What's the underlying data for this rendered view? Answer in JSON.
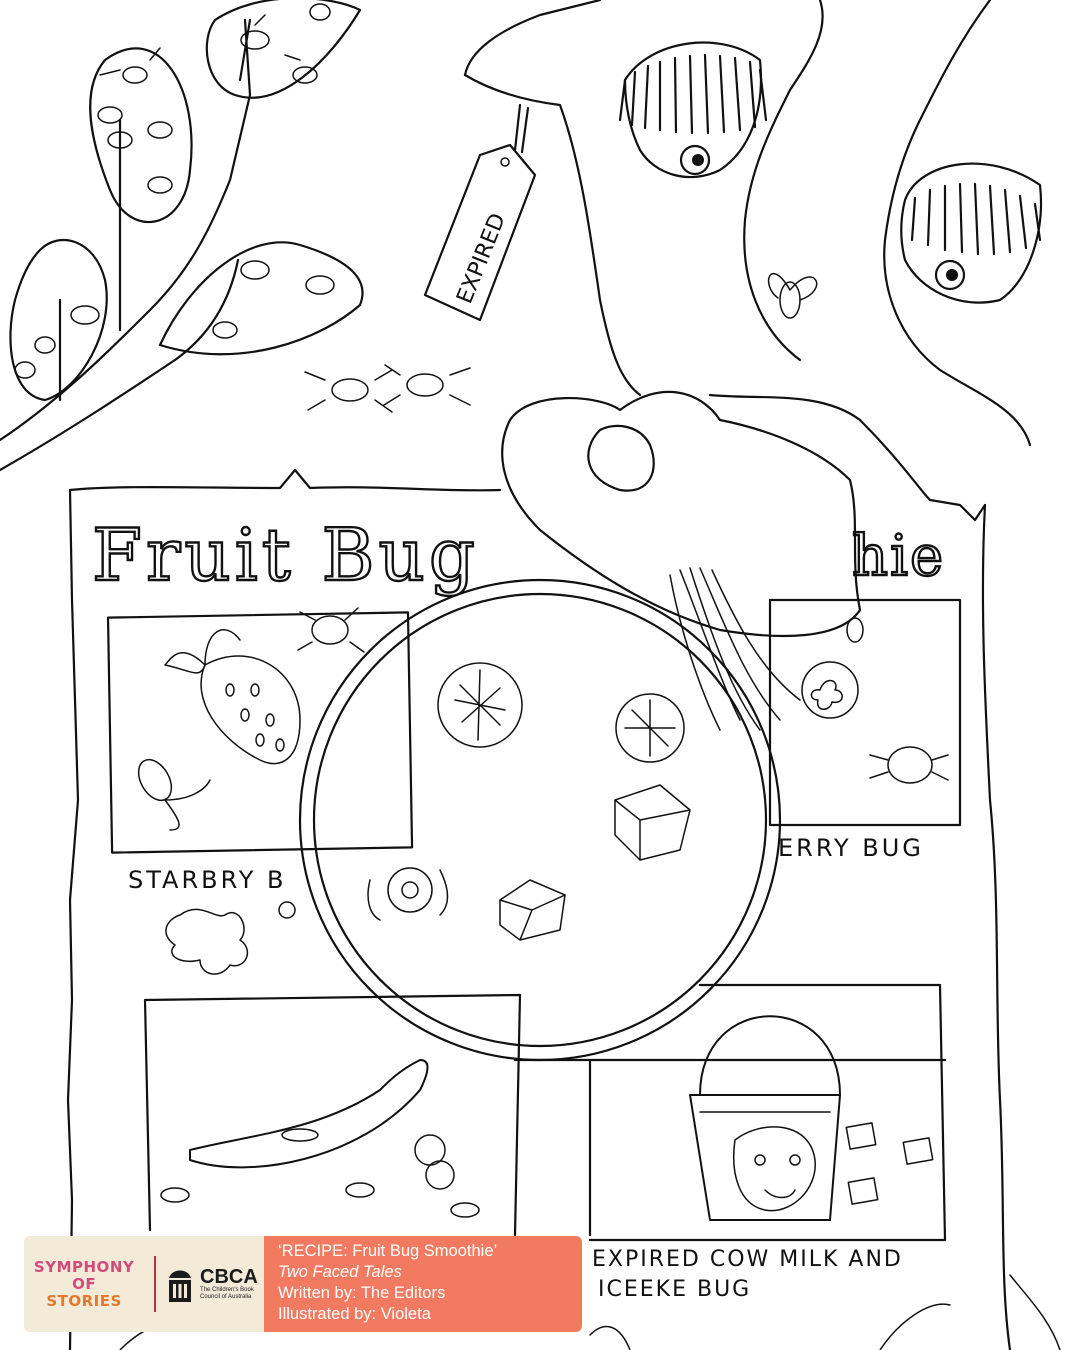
{
  "illustration": {
    "title_visible": "Fruit Bug",
    "title_tail": "hie",
    "tag_label": "EXPIRED",
    "panel_labels": {
      "strawberry": "STARBRY B",
      "berry": "ERRY BUG",
      "milk_line1": "EXPIRED COW MILK AND",
      "milk_line2": "ICEEKE BUG"
    }
  },
  "credits": {
    "symphony_line1": "SYMPHONY OF",
    "symphony_line2": "STORIES",
    "cbca_name": "CBCA",
    "cbca_sub": "The Children's Book Council of Australia",
    "recipe_title": "‘RECIPE: Fruit Bug Smoothie’",
    "book_title": "Two Faced Tales",
    "written_by": "Written by: The Editors",
    "illustrated_by": "Illustrated by: Violeta"
  },
  "colors": {
    "ink": "#111111",
    "banner_logo_bg": "#f3ead8",
    "banner_info_bg": "#f27a60",
    "symphony_pink": "#d44a7a",
    "symphony_orange": "#e07a2e"
  }
}
